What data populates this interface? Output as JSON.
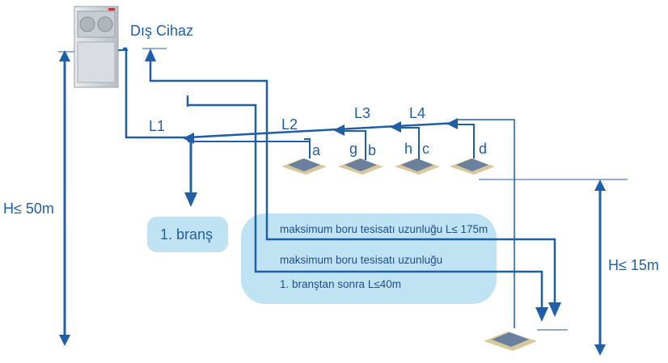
{
  "outdoor_unit_label": "Dış Cihaz",
  "segments": [
    "L1",
    "L2",
    "L3",
    "L4"
  ],
  "indoor_units": [
    "a",
    "b",
    "c",
    "d"
  ],
  "joint_labels": [
    "g",
    "h"
  ],
  "height_outdoor": "H≤ 50m",
  "height_indoor": "H≤ 15m",
  "first_branch": "1. branş",
  "notes": {
    "max_total": "maksimum boru tesisatı uzunluğu L≤ 175m",
    "max_after_branch_line1": "maksimum boru tesisatı uzunluğu",
    "max_after_branch_line2": "1. branştan sonra L≤40m"
  },
  "colors": {
    "pipe": "#1f5fa8",
    "note_bg": "#bfe3f2",
    "text": "#1f5fa8"
  }
}
